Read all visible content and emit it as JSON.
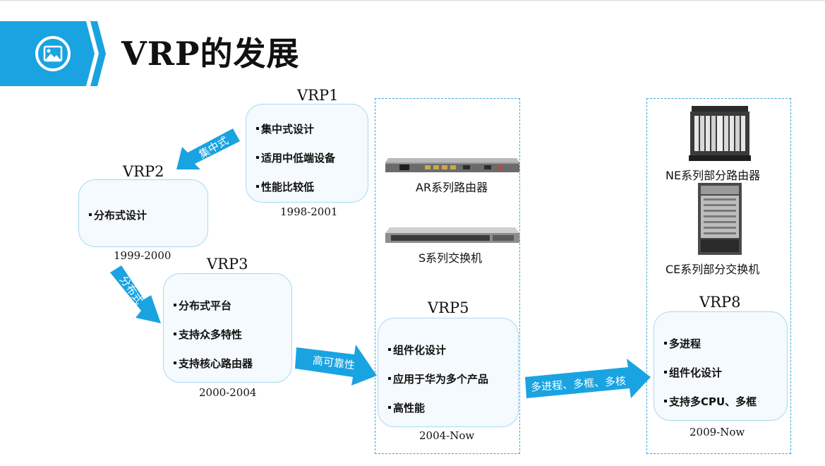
{
  "title": "VRP的发展",
  "header_icon": "image-icon",
  "colors": {
    "accent": "#1aa3e1",
    "box_border": "#a9d9ef",
    "box_fill": "#f4fafd",
    "dashed": "#3aa6d8"
  },
  "versions": {
    "vrp1": {
      "name": "VRP1",
      "years": "1998-2001",
      "features": [
        "集中式设计",
        "适用中低端设备",
        "性能比较低"
      ]
    },
    "vrp2": {
      "name": "VRP2",
      "years": "1999-2000",
      "features": [
        "分布式设计"
      ]
    },
    "vrp3": {
      "name": "VRP3",
      "years": "2000-2004",
      "features": [
        "分布式平台",
        "支持众多特性",
        "支持核心路由器"
      ]
    },
    "vrp5": {
      "name": "VRP5",
      "years": "2004-Now",
      "features": [
        "组件化设计",
        "应用于华为多个产品",
        "高性能"
      ]
    },
    "vrp8": {
      "name": "VRP8",
      "years": "2009-Now",
      "features": [
        "多进程",
        "组件化设计",
        "支持多CPU、多框"
      ]
    }
  },
  "arrows": {
    "a1": "集中式",
    "a2": "分布式",
    "a3": "高可靠性",
    "a4": "多进程、多框、多核"
  },
  "devices": {
    "ar": "AR系列路由器",
    "s": "S系列交换机",
    "ne": "NE系列部分路由器",
    "ce": "CE系列部分交换机"
  }
}
